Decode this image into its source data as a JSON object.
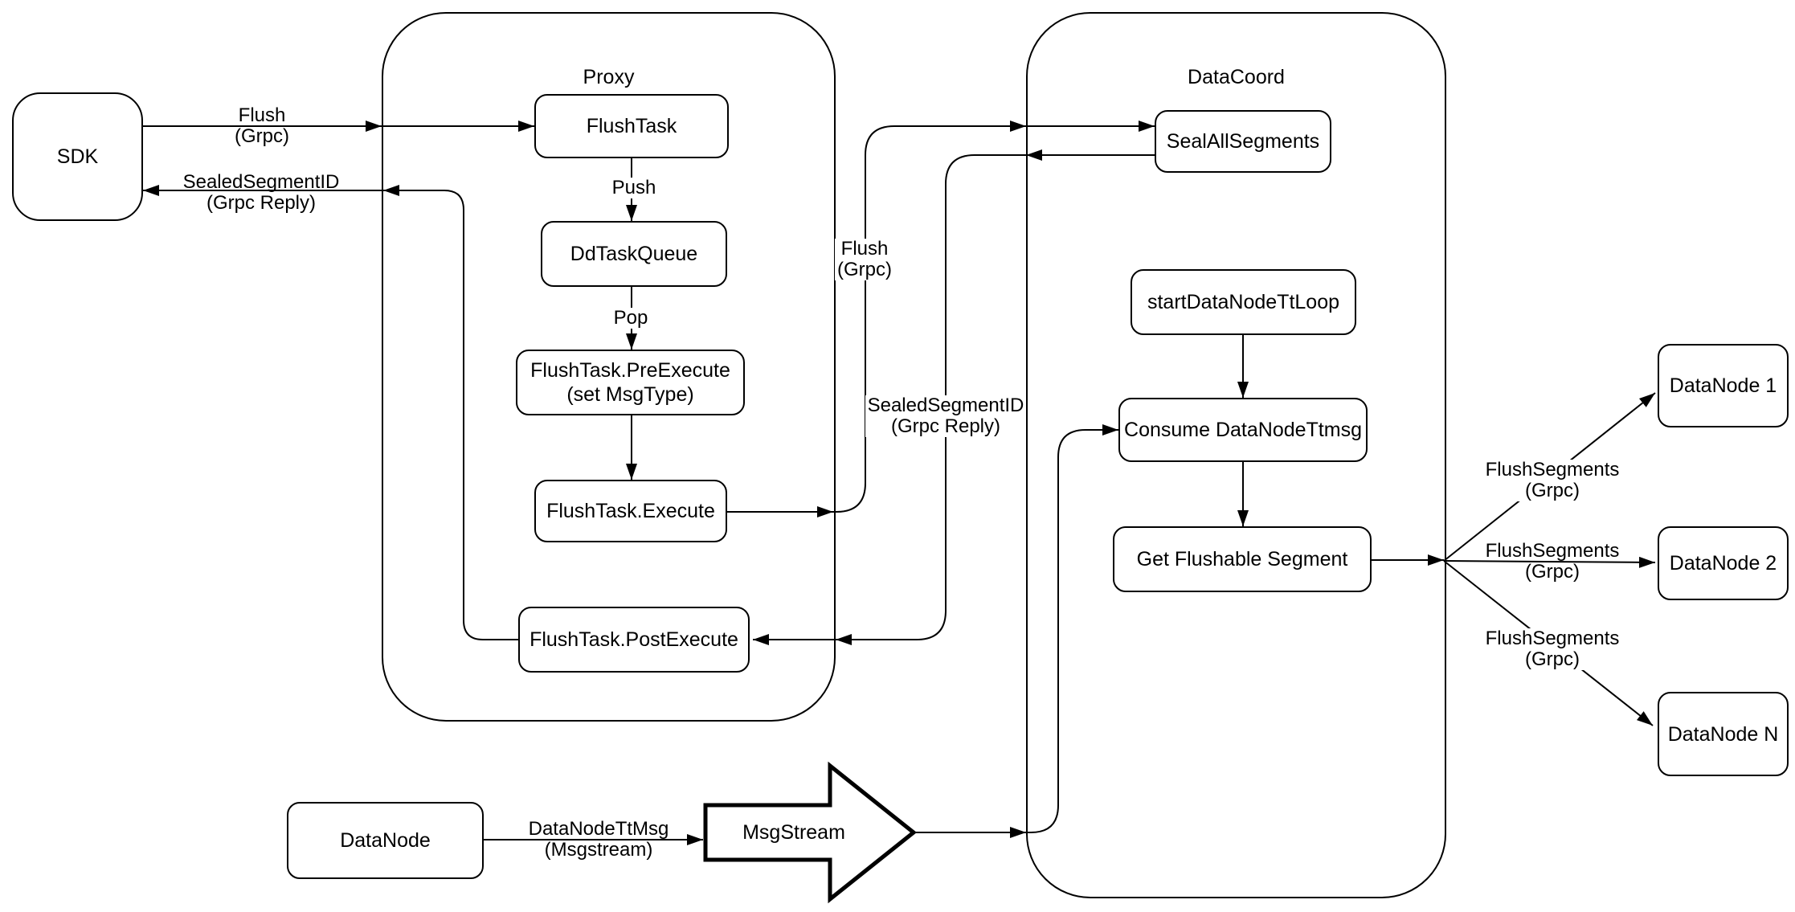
{
  "diagram": {
    "colors": {
      "stroke": "#000000",
      "fill": "#ffffff",
      "background": "#ffffff"
    },
    "sdk_label": "SDK",
    "proxy": {
      "title": "Proxy",
      "flush_task": "FlushTask",
      "dd_task_queue": "DdTaskQueue",
      "pre_execute": "FlushTask.PreExecute\n(set MsgType)",
      "execute": "FlushTask.Execute",
      "post_execute": "FlushTask.PostExecute"
    },
    "datacoord": {
      "title": "DataCoord",
      "seal_all_segments": "SealAllSegments",
      "start_datanode_tt_loop": "startDataNodeTtLoop",
      "consume_datanode_ttmsg": "Consume DataNodeTtmsg",
      "get_flushable_segment": "Get Flushable Segment"
    },
    "datanodes": {
      "node1": "DataNode 1",
      "node2": "DataNode 2",
      "nodeN": "DataNode N",
      "bottom_datanode": "DataNode"
    },
    "msgstream_label": "MsgStream",
    "edge_labels": {
      "flush_grpc_sdk": "Flush\n(Grpc)",
      "sealed_reply_sdk": "SealedSegmentID\n(Grpc Reply)",
      "push": "Push",
      "pop": "Pop",
      "flush_grpc_mid": "Flush\n(Grpc)",
      "sealed_reply_mid": "SealedSegmentID\n(Grpc Reply)",
      "flush_segments_1": "FlushSegments\n(Grpc)",
      "flush_segments_2": "FlushSegments\n(Grpc)",
      "flush_segments_n": "FlushSegments\n(Grpc)",
      "datanode_ttmsg": "DataNodeTtMsg\n(Msgstream)"
    }
  }
}
